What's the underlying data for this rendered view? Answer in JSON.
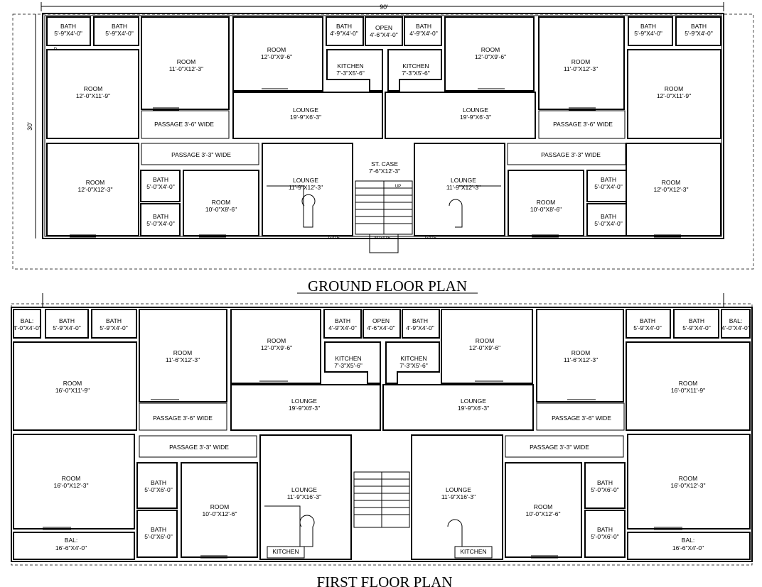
{
  "dimensions": {
    "width": "90'",
    "depth": "30'"
  },
  "ground_floor": {
    "title": "GROUND FLOOR PLAN",
    "rooms": [
      {
        "name": "BATH",
        "size": "5'-9\"X4'-0\""
      },
      {
        "name": "BATH",
        "size": "5'-9\"X4'-0\""
      },
      {
        "name": "ROOM",
        "size": "11'-0\"X12'-3\""
      },
      {
        "name": "ROOM",
        "size": "12'-0\"X9'-6\""
      },
      {
        "name": "BATH",
        "size": "4'-9\"X4'-0\""
      },
      {
        "name": "OPEN",
        "size": "4'-6\"X4'-0\""
      },
      {
        "name": "BATH",
        "size": "4'-9\"X4'-0\""
      },
      {
        "name": "ROOM",
        "size": "12'-0\"X9'-6\""
      },
      {
        "name": "ROOM",
        "size": "11'-0\"X12'-3\""
      },
      {
        "name": "BATH",
        "size": "5'-9\"X4'-0\""
      },
      {
        "name": "BATH",
        "size": "5'-9\"X4'-0\""
      },
      {
        "name": "ROOM",
        "size": "12'-0\"X11'-9\""
      },
      {
        "name": "KITCHEN",
        "size": "7'-3\"X5'-6\""
      },
      {
        "name": "KITCHEN",
        "size": "7'-3\"X5'-6\""
      },
      {
        "name": "ROOM",
        "size": "12'-0\"X11'-9\""
      },
      {
        "name": "LOUNGE",
        "size": "19'-9\"X6'-3\""
      },
      {
        "name": "LOUNGE",
        "size": "19'-9\"X6'-3\""
      },
      {
        "name": "PASSAGE 3'-6\" WIDE",
        "size": ""
      },
      {
        "name": "PASSAGE 3'-6\" WIDE",
        "size": ""
      },
      {
        "name": "PASSAGE 3'-3\" WIDE",
        "size": ""
      },
      {
        "name": "PASSAGE 3'-3\" WIDE",
        "size": ""
      },
      {
        "name": "ST. CASE",
        "size": "7'-6\"X12'-3\""
      },
      {
        "name": "ROOM",
        "size": "12'-0\"X12'-3\""
      },
      {
        "name": "BATH",
        "size": "5'-0\"X4'-0\""
      },
      {
        "name": "LOUNGE",
        "size": "11'-9\"X12'-3\""
      },
      {
        "name": "LOUNGE",
        "size": "11'-9\"X12'-3\""
      },
      {
        "name": "BATH",
        "size": "5'-0\"X4'-0\""
      },
      {
        "name": "ROOM",
        "size": "12'-0\"X12'-3\""
      },
      {
        "name": "ROOM",
        "size": "10'-0\"X8'-6\""
      },
      {
        "name": "ROOM",
        "size": "10'-0\"X8'-6\""
      },
      {
        "name": "BATH",
        "size": "5'-0\"X4'-0\""
      },
      {
        "name": "BATH",
        "size": "5'-0\"X4'-0\""
      }
    ],
    "small_labels": [
      "GATE",
      "M.GATE",
      "GATE",
      "UP",
      "D"
    ]
  },
  "first_floor": {
    "title": "FIRST FLOOR PLAN",
    "rooms": [
      {
        "name": "BAL:",
        "size": "4'-0\"X4'-0\""
      },
      {
        "name": "BATH",
        "size": "5'-9\"X4'-0\""
      },
      {
        "name": "BATH",
        "size": "5'-9\"X4'-0\""
      },
      {
        "name": "ROOM",
        "size": "11'-6\"X12'-3\""
      },
      {
        "name": "ROOM",
        "size": "12'-0\"X9'-6\""
      },
      {
        "name": "BATH",
        "size": "4'-9\"X4'-0\""
      },
      {
        "name": "OPEN",
        "size": "4'-6\"X4'-0\""
      },
      {
        "name": "BATH",
        "size": "4'-9\"X4'-0\""
      },
      {
        "name": "ROOM",
        "size": "12'-0\"X9'-6\""
      },
      {
        "name": "ROOM",
        "size": "11'-6\"X12'-3\""
      },
      {
        "name": "BATH",
        "size": "5'-9\"X4'-0\""
      },
      {
        "name": "BATH",
        "size": "5'-9\"X4'-0\""
      },
      {
        "name": "BAL:",
        "size": "4'-0\"X4'-0\""
      },
      {
        "name": "KITCHEN",
        "size": "7'-3\"X5'-6\""
      },
      {
        "name": "KITCHEN",
        "size": "7'-3\"X5'-6\""
      },
      {
        "name": "ROOM",
        "size": "16'-0\"X11'-9\""
      },
      {
        "name": "ROOM",
        "size": "16'-0\"X11'-9\""
      },
      {
        "name": "LOUNGE",
        "size": "19'-9\"X6'-3\""
      },
      {
        "name": "LOUNGE",
        "size": "19'-9\"X6'-3\""
      },
      {
        "name": "PASSAGE 3'-6\" WIDE",
        "size": ""
      },
      {
        "name": "PASSAGE 3'-6\" WIDE",
        "size": ""
      },
      {
        "name": "PASSAGE 3'-3\" WIDE",
        "size": ""
      },
      {
        "name": "PASSAGE 3'-3\" WIDE",
        "size": ""
      },
      {
        "name": "ROOM",
        "size": "16'-0\"X12'-3\""
      },
      {
        "name": "ROOM",
        "size": "16'-0\"X12'-3\""
      },
      {
        "name": "BATH",
        "size": "5'-0\"X6'-0\""
      },
      {
        "name": "BATH",
        "size": "5'-0\"X6'-0\""
      },
      {
        "name": "LOUNGE",
        "size": "11'-9\"X16'-3\""
      },
      {
        "name": "LOUNGE",
        "size": "11'-9\"X16'-3\""
      },
      {
        "name": "ROOM",
        "size": "10'-0\"X12'-6\""
      },
      {
        "name": "ROOM",
        "size": "10'-0\"X12'-6\""
      },
      {
        "name": "BATH",
        "size": "5'-0\"X6'-0\""
      },
      {
        "name": "BATH",
        "size": "5'-0\"X6'-0\""
      },
      {
        "name": "BAL:",
        "size": "16'-6\"X4'-0\""
      },
      {
        "name": "BAL:",
        "size": "16'-6\"X4'-0\""
      },
      {
        "name": "KITCHEN",
        "size": ""
      },
      {
        "name": "KITCHEN",
        "size": ""
      }
    ]
  }
}
